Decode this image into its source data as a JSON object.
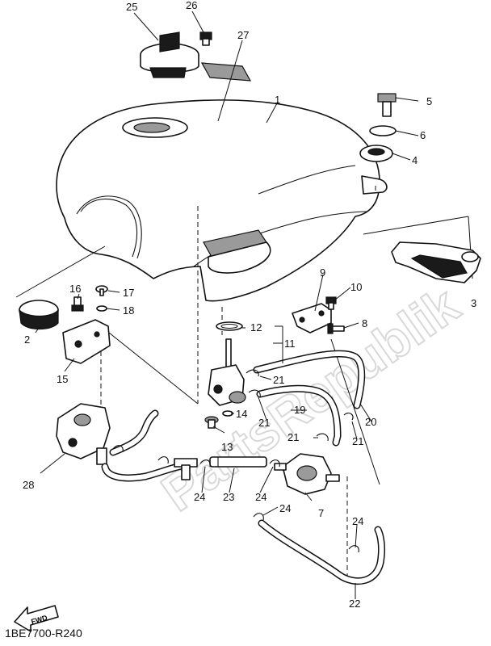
{
  "watermark": "PartsRepublik",
  "drawing_code": "1BE7700-R240",
  "fwd_label": "FWD",
  "callouts": {
    "c1": "1",
    "c2": "2",
    "c3": "3",
    "c4": "4",
    "c5": "5",
    "c6": "6",
    "c7": "7",
    "c8": "8",
    "c9": "9",
    "c10": "10",
    "c11": "11",
    "c12": "12",
    "c13": "13",
    "c14": "14",
    "c15": "15",
    "c16": "16",
    "c17": "17",
    "c18": "18",
    "c19": "19",
    "c20": "20",
    "c21a": "21",
    "c21b": "21",
    "c21c": "21",
    "c21d": "21",
    "c22": "22",
    "c23": "23",
    "c24a": "24",
    "c24b": "24",
    "c24c": "24",
    "c24d": "24",
    "c25": "25",
    "c26": "26",
    "c27": "27",
    "c28": "28"
  }
}
